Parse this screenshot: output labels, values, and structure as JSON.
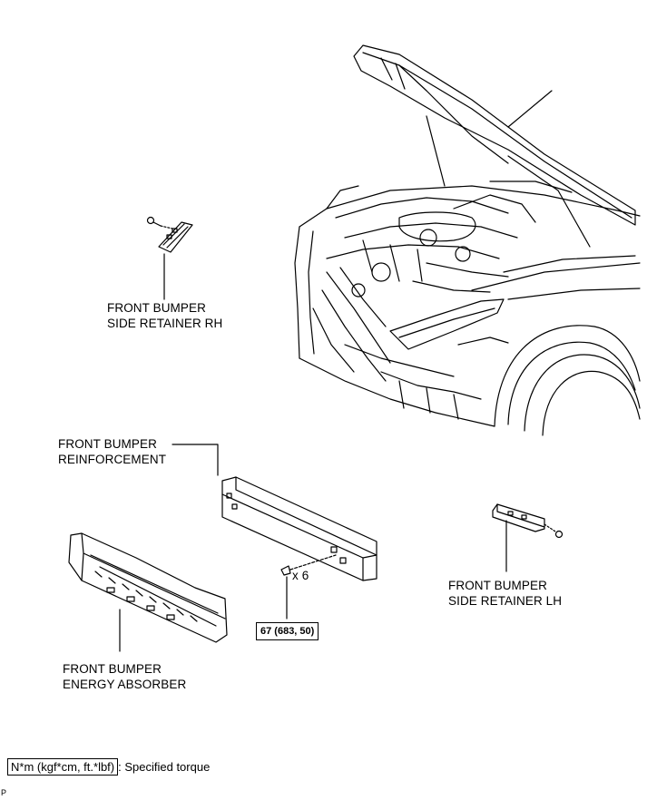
{
  "labels": {
    "side_retainer_rh": [
      "FRONT BUMPER",
      "SIDE RETAINER RH"
    ],
    "reinforcement": [
      "FRONT BUMPER",
      "REINFORCEMENT"
    ],
    "side_retainer_lh": [
      "FRONT BUMPER",
      "SIDE RETAINER LH"
    ],
    "energy_absorber": [
      "FRONT BUMPER",
      "ENERGY ABSORBER"
    ]
  },
  "bolt_count": "x 6",
  "torque_value": "67 (683, 50)",
  "legend": {
    "unit": "N*m (kgf*cm, ft.*lbf)",
    "description": ": Specified torque"
  },
  "footer_code": "P"
}
